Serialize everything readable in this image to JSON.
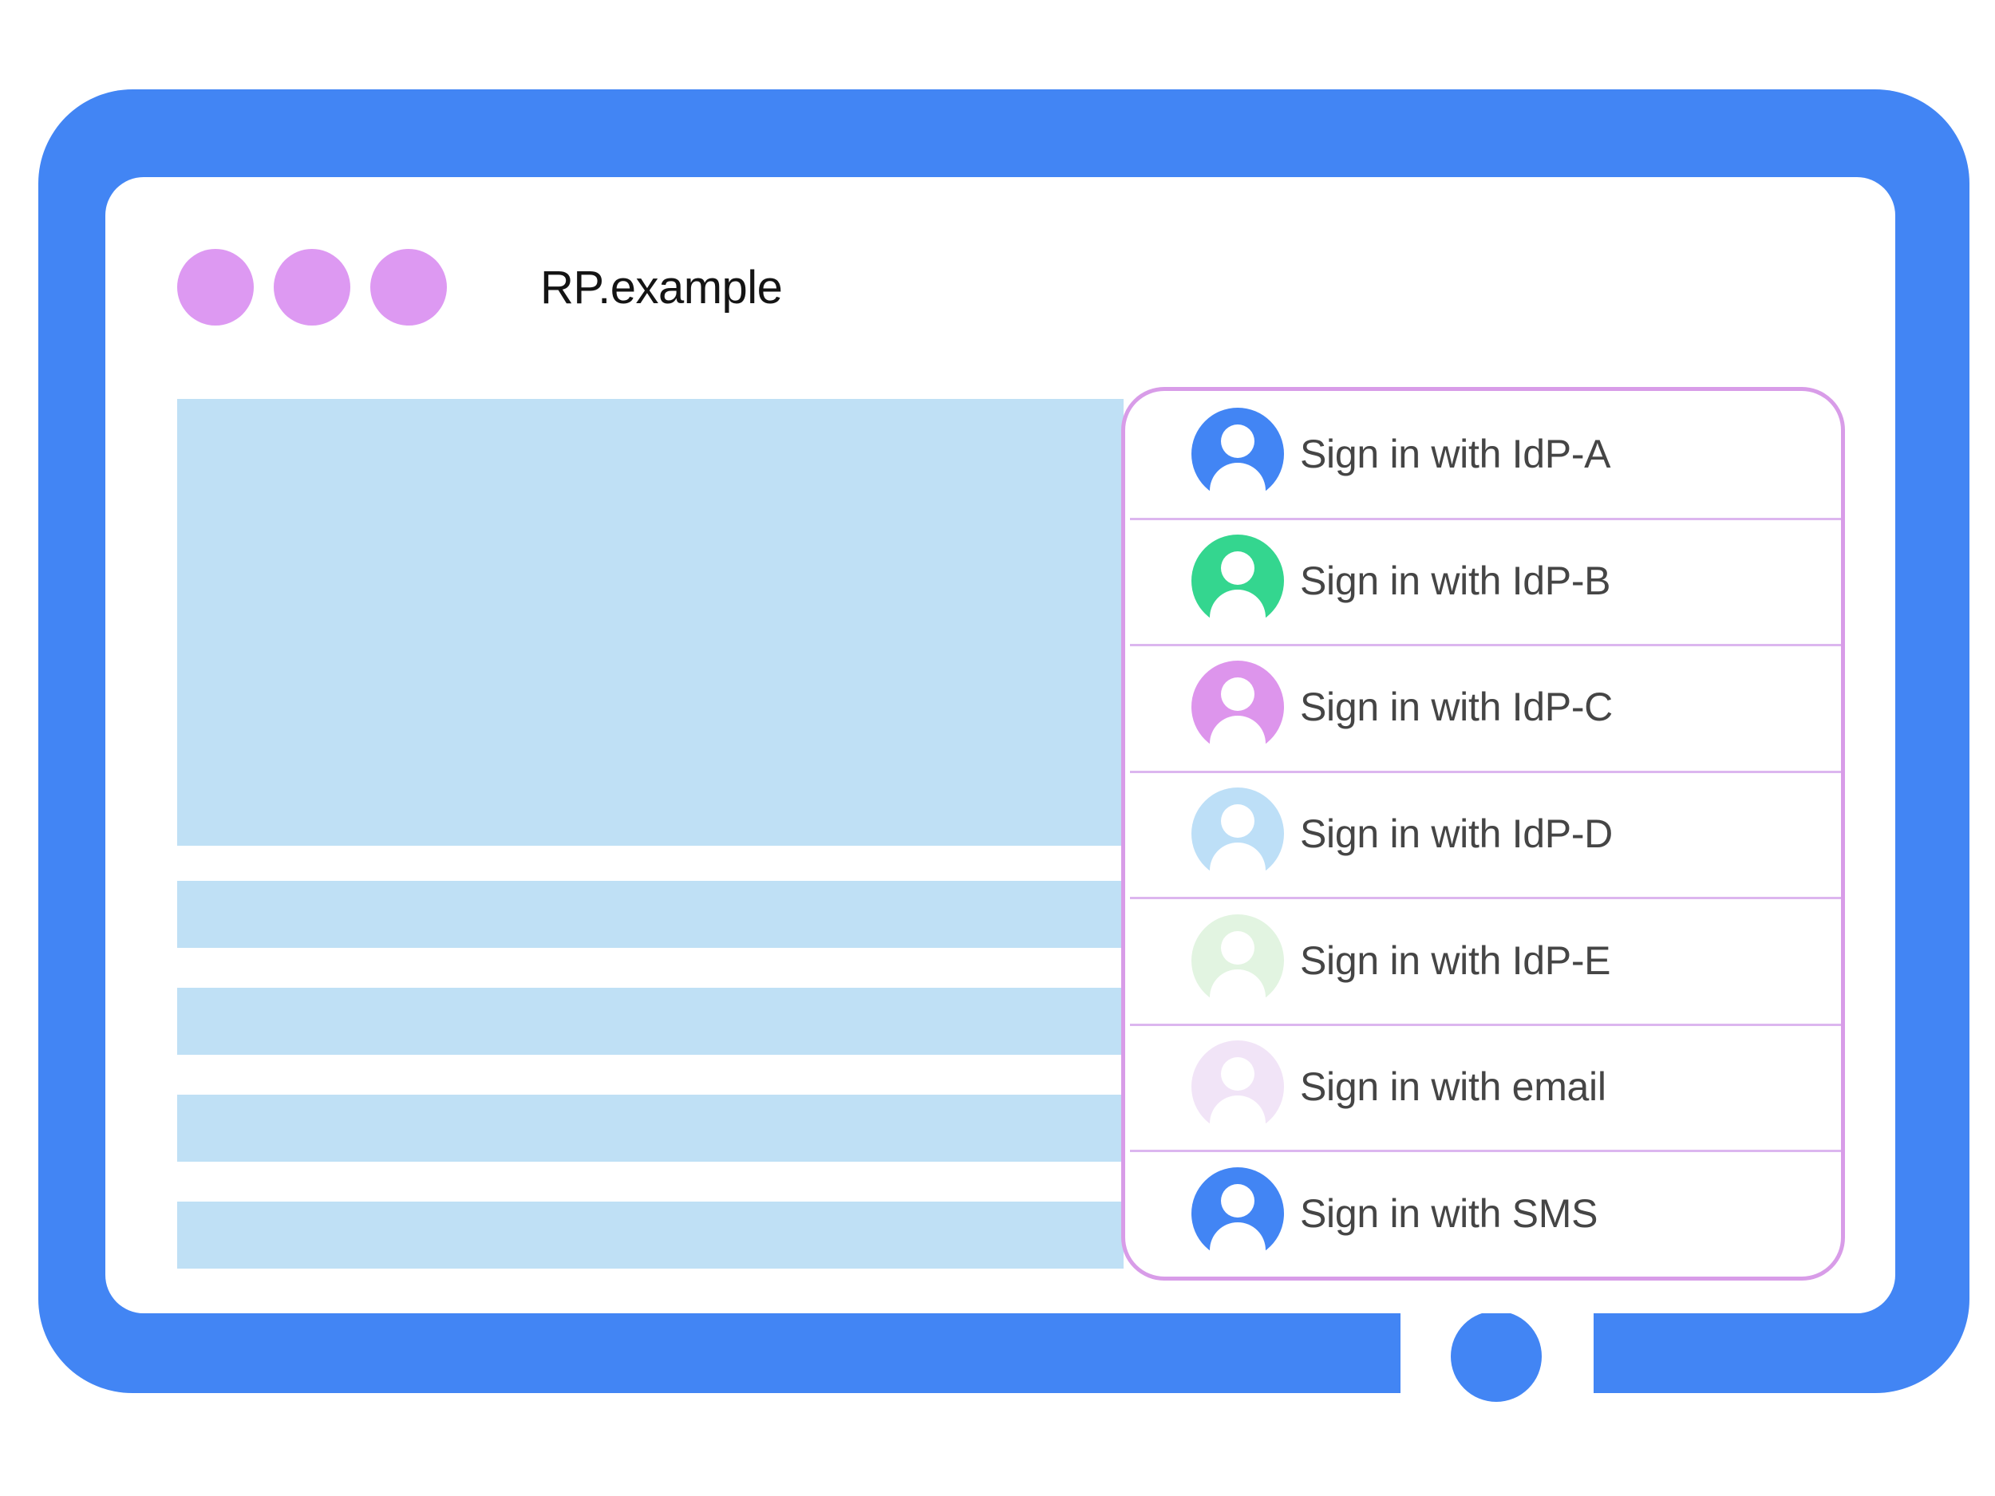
{
  "device": {
    "frame_color": "#4285f4",
    "home_button_name": "home-button"
  },
  "browser": {
    "title": "RP.example",
    "window_dots": [
      {
        "name": "window-dot-1",
        "color": "#dd99f2"
      },
      {
        "name": "window-dot-2",
        "color": "#dd99f2"
      },
      {
        "name": "window-dot-3",
        "color": "#dd99f2"
      }
    ]
  },
  "page_content": {
    "placeholder_color": "#bfe0f5",
    "blocks": [
      {
        "name": "content-hero-placeholder",
        "kind": "hero"
      },
      {
        "name": "content-line-placeholder-1",
        "kind": "bar"
      },
      {
        "name": "content-line-placeholder-2",
        "kind": "bar"
      },
      {
        "name": "content-line-placeholder-3",
        "kind": "bar"
      },
      {
        "name": "content-line-placeholder-4",
        "kind": "bar"
      }
    ]
  },
  "signin_card": {
    "border_color": "#d89ce8",
    "separator_color": "#dcb6ef",
    "label_color": "#454545",
    "items": [
      {
        "label": "Sign in with IdP-A",
        "avatar_color": "#4285f4",
        "icon": "person-avatar-icon"
      },
      {
        "label": "Sign in with IdP-B",
        "avatar_color": "#34d68f",
        "icon": "person-avatar-icon"
      },
      {
        "label": "Sign in with IdP-C",
        "avatar_color": "#dd95ec",
        "icon": "person-avatar-icon"
      },
      {
        "label": "Sign in with IdP-D",
        "avatar_color": "#bddff7",
        "icon": "person-avatar-icon"
      },
      {
        "label": "Sign in with IdP-E",
        "avatar_color": "#e2f4e1",
        "icon": "person-avatar-icon"
      },
      {
        "label": "Sign in with email",
        "avatar_color": "#f1e4f7",
        "icon": "person-avatar-icon"
      },
      {
        "label": "Sign in with SMS",
        "avatar_color": "#4285f4",
        "icon": "person-avatar-icon"
      }
    ]
  }
}
